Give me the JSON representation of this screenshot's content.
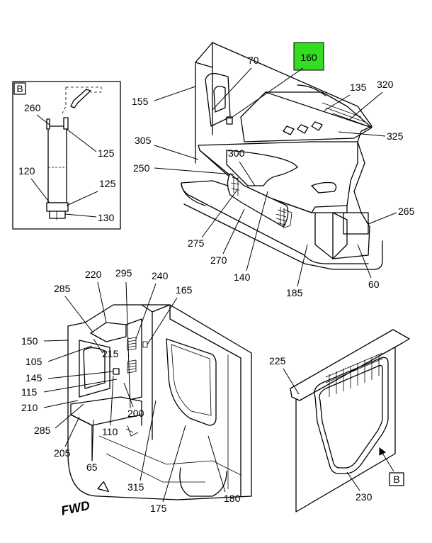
{
  "callouts": {
    "c160": "160",
    "c70": "70",
    "c155": "155",
    "c135": "135",
    "c320": "320",
    "c325": "325",
    "c305": "305",
    "c300": "300",
    "c250": "250",
    "c265": "265",
    "c275": "275",
    "c270": "270",
    "c140": "140",
    "c185": "185",
    "c60": "60",
    "b260": "260",
    "b125a": "125",
    "b120": "120",
    "b125b": "125",
    "b130": "130",
    "c220": "220",
    "c295": "295",
    "c240": "240",
    "c285a": "285",
    "c165": "165",
    "c150": "150",
    "c105": "105",
    "c215": "215",
    "c145": "145",
    "c115": "115",
    "c210": "210",
    "c200": "200",
    "c285b": "285",
    "c110": "110",
    "c205": "205",
    "c65": "65",
    "c315": "315",
    "c175": "175",
    "c180": "180",
    "c225": "225",
    "c230": "230"
  },
  "detail_box_label": "B",
  "view_ref_label": "B",
  "fwd_label": "FWD",
  "highlight_color": "#33dd22"
}
